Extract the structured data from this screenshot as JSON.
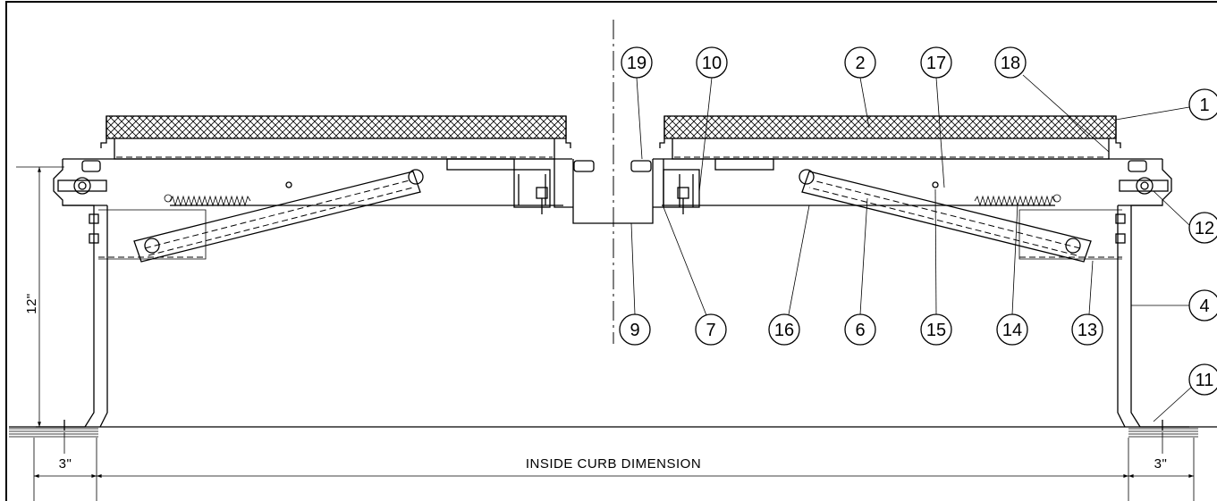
{
  "dimensions": {
    "height": "12\"",
    "left_flange": "3\"",
    "right_flange": "3\"",
    "inside_curb": "INSIDE CURB DIMENSION"
  },
  "callouts": {
    "c1": "1",
    "c2": "2",
    "c4": "4",
    "c6": "6",
    "c7": "7",
    "c9": "9",
    "c10": "10",
    "c11": "11",
    "c12": "12",
    "c13": "13",
    "c14": "14",
    "c15": "15",
    "c16": "16",
    "c17": "17",
    "c18": "18",
    "c19": "19"
  }
}
